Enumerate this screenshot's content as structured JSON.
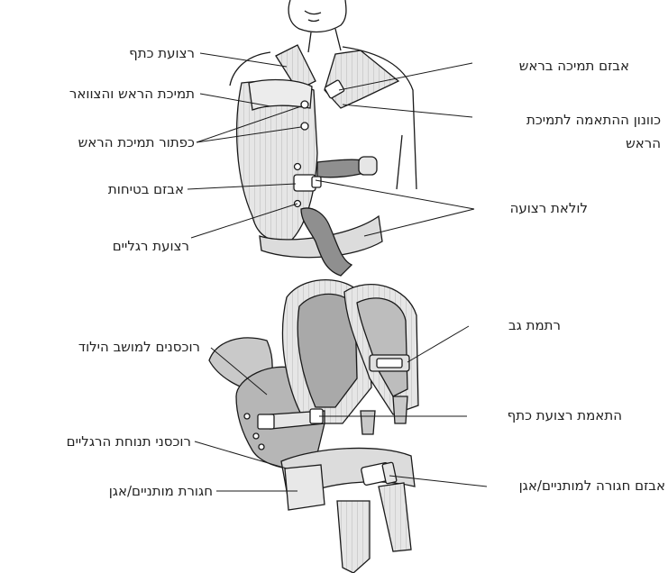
{
  "labels": {
    "shoulder_strap": "רצועת כתף",
    "head_neck_support": "תמיכת הראש והצוואר",
    "head_support_button": "כפתור תמיכת הראש",
    "safety_buckle": "אבזם בטיחות",
    "leg_strap": "רצועת רגליים",
    "head_support_buckle": "אבזם תמיכה בראש",
    "head_support_adjuster_line1": "כוונון ההתאמה לתמיכת",
    "head_support_adjuster_line2": "הראש",
    "strap_loop": "לולאת רצועה",
    "newborn_seat_zippers": "רוכסנים למושב הילוד",
    "leg_position_zippers": "רוכסני תנוחת הרגליים",
    "waist_belt": "חגורת מותניים/אגן",
    "back_harness": "רתמת גב",
    "shoulder_strap_adjust": "התאמת רצועת כתף",
    "waist_belt_buckle": "אבזם חגורה למותניים/אגן"
  },
  "colors": {
    "line": "#1a1a1a",
    "fabric_light": "#e6e6e6",
    "fabric_mid": "#c9c9c9",
    "fabric_dark": "#9a9a9a",
    "baby": "#8f8f8f"
  }
}
